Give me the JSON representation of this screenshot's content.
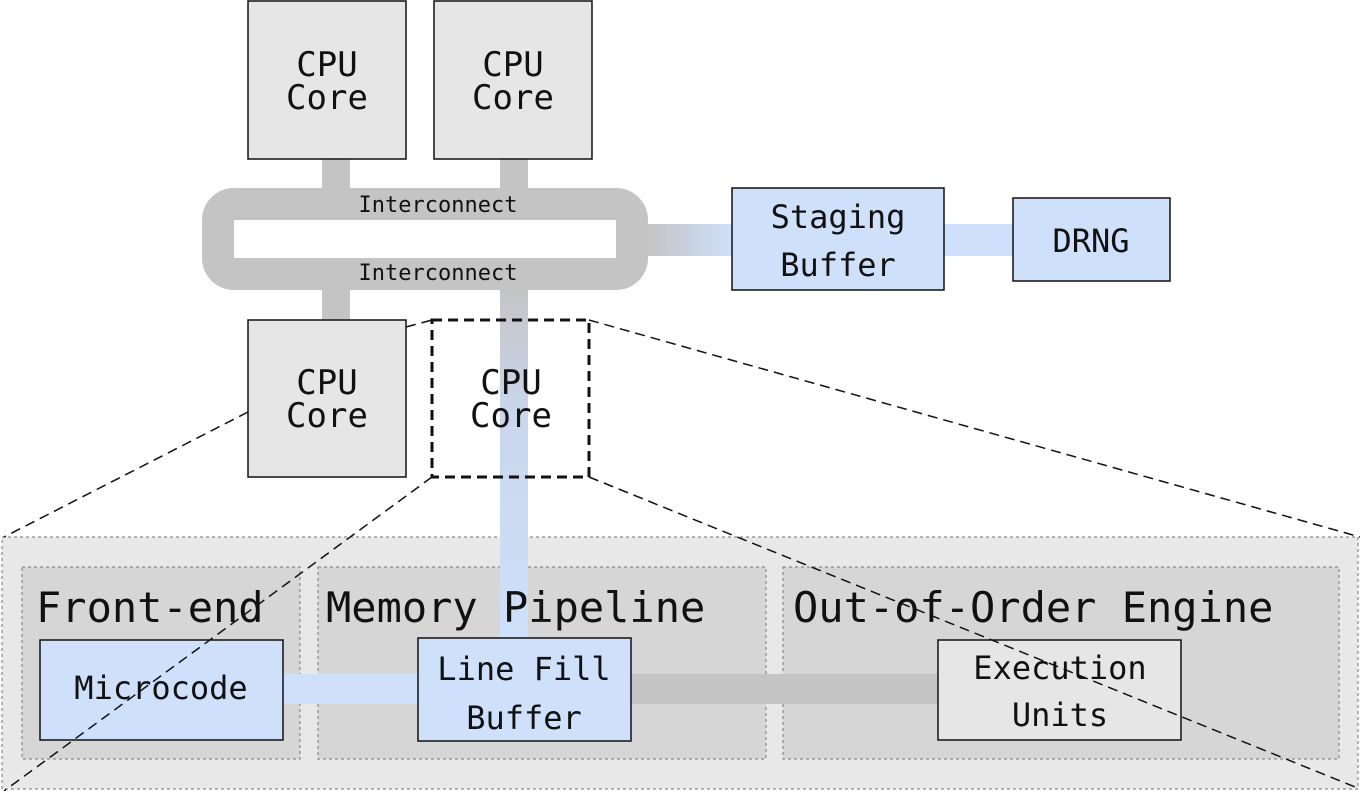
{
  "cpu_cores": [
    {
      "line1": "CPU",
      "line2": "Core"
    },
    {
      "line1": "CPU",
      "line2": "Core"
    },
    {
      "line1": "CPU",
      "line2": "Core"
    },
    {
      "line1": "CPU",
      "line2": "Core"
    }
  ],
  "interconnect": {
    "top_label": "Interconnect",
    "bottom_label": "Interconnect"
  },
  "staging_buffer": {
    "line1": "Staging",
    "line2": "Buffer"
  },
  "drng": {
    "label": "DRNG"
  },
  "sections": {
    "front_end": "Front-end",
    "memory_pipeline": "Memory Pipeline",
    "ooo_engine": "Out-of-Order Engine"
  },
  "microcode": {
    "label": "Microcode"
  },
  "line_fill_buffer": {
    "line1": "Line Fill",
    "line2": "Buffer"
  },
  "execution_units": {
    "line1": "Execution",
    "line2": "Units"
  },
  "colors": {
    "gray_box": "#e6e6e6",
    "blue_box": "#cfe0fb",
    "interconnect": "#c4c4c4",
    "panel": "#e8e8e8",
    "section": "#d6d6d6"
  }
}
